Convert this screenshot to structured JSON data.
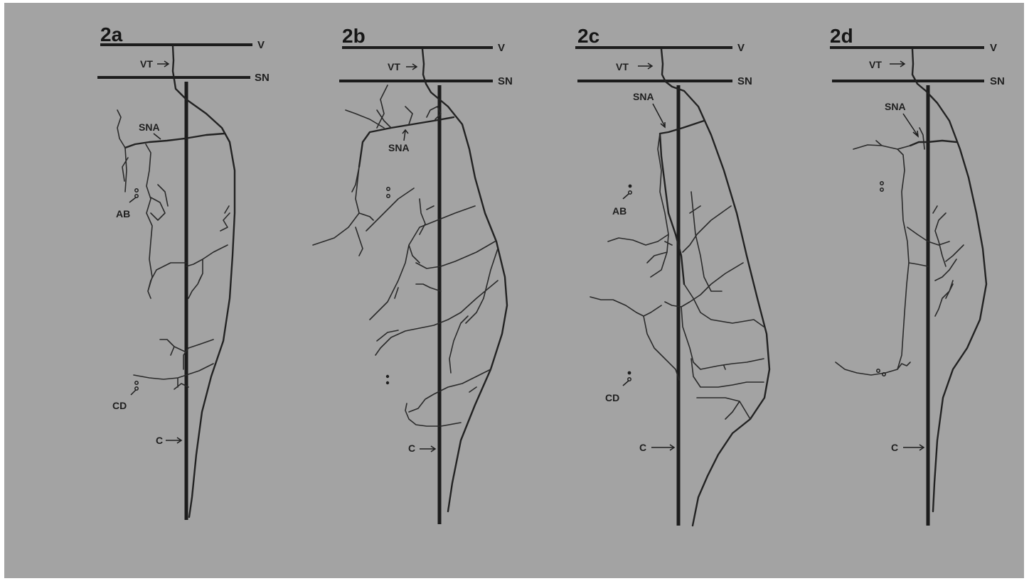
{
  "panels": [
    {
      "id": "2a",
      "title": "2a",
      "labels": {
        "v": "V",
        "vt": "VT",
        "sn": "SN",
        "sna": "SNA",
        "ab": "AB",
        "cd": "CD",
        "c": "C"
      }
    },
    {
      "id": "2b",
      "title": "2b",
      "labels": {
        "v": "V",
        "vt": "VT",
        "sn": "SN",
        "sna": "SNA",
        "c": "C"
      }
    },
    {
      "id": "2c",
      "title": "2c",
      "labels": {
        "v": "V",
        "vt": "VT",
        "sn": "SN",
        "sna": "SNA",
        "ab": "AB",
        "cd": "CD",
        "c": "C"
      }
    },
    {
      "id": "2d",
      "title": "2d",
      "labels": {
        "v": "V",
        "vt": "VT",
        "sn": "SN",
        "sna": "SNA",
        "c": "C"
      }
    }
  ],
  "colors": {
    "background": "#a3a3a3",
    "ink": "#1c1c1c"
  }
}
